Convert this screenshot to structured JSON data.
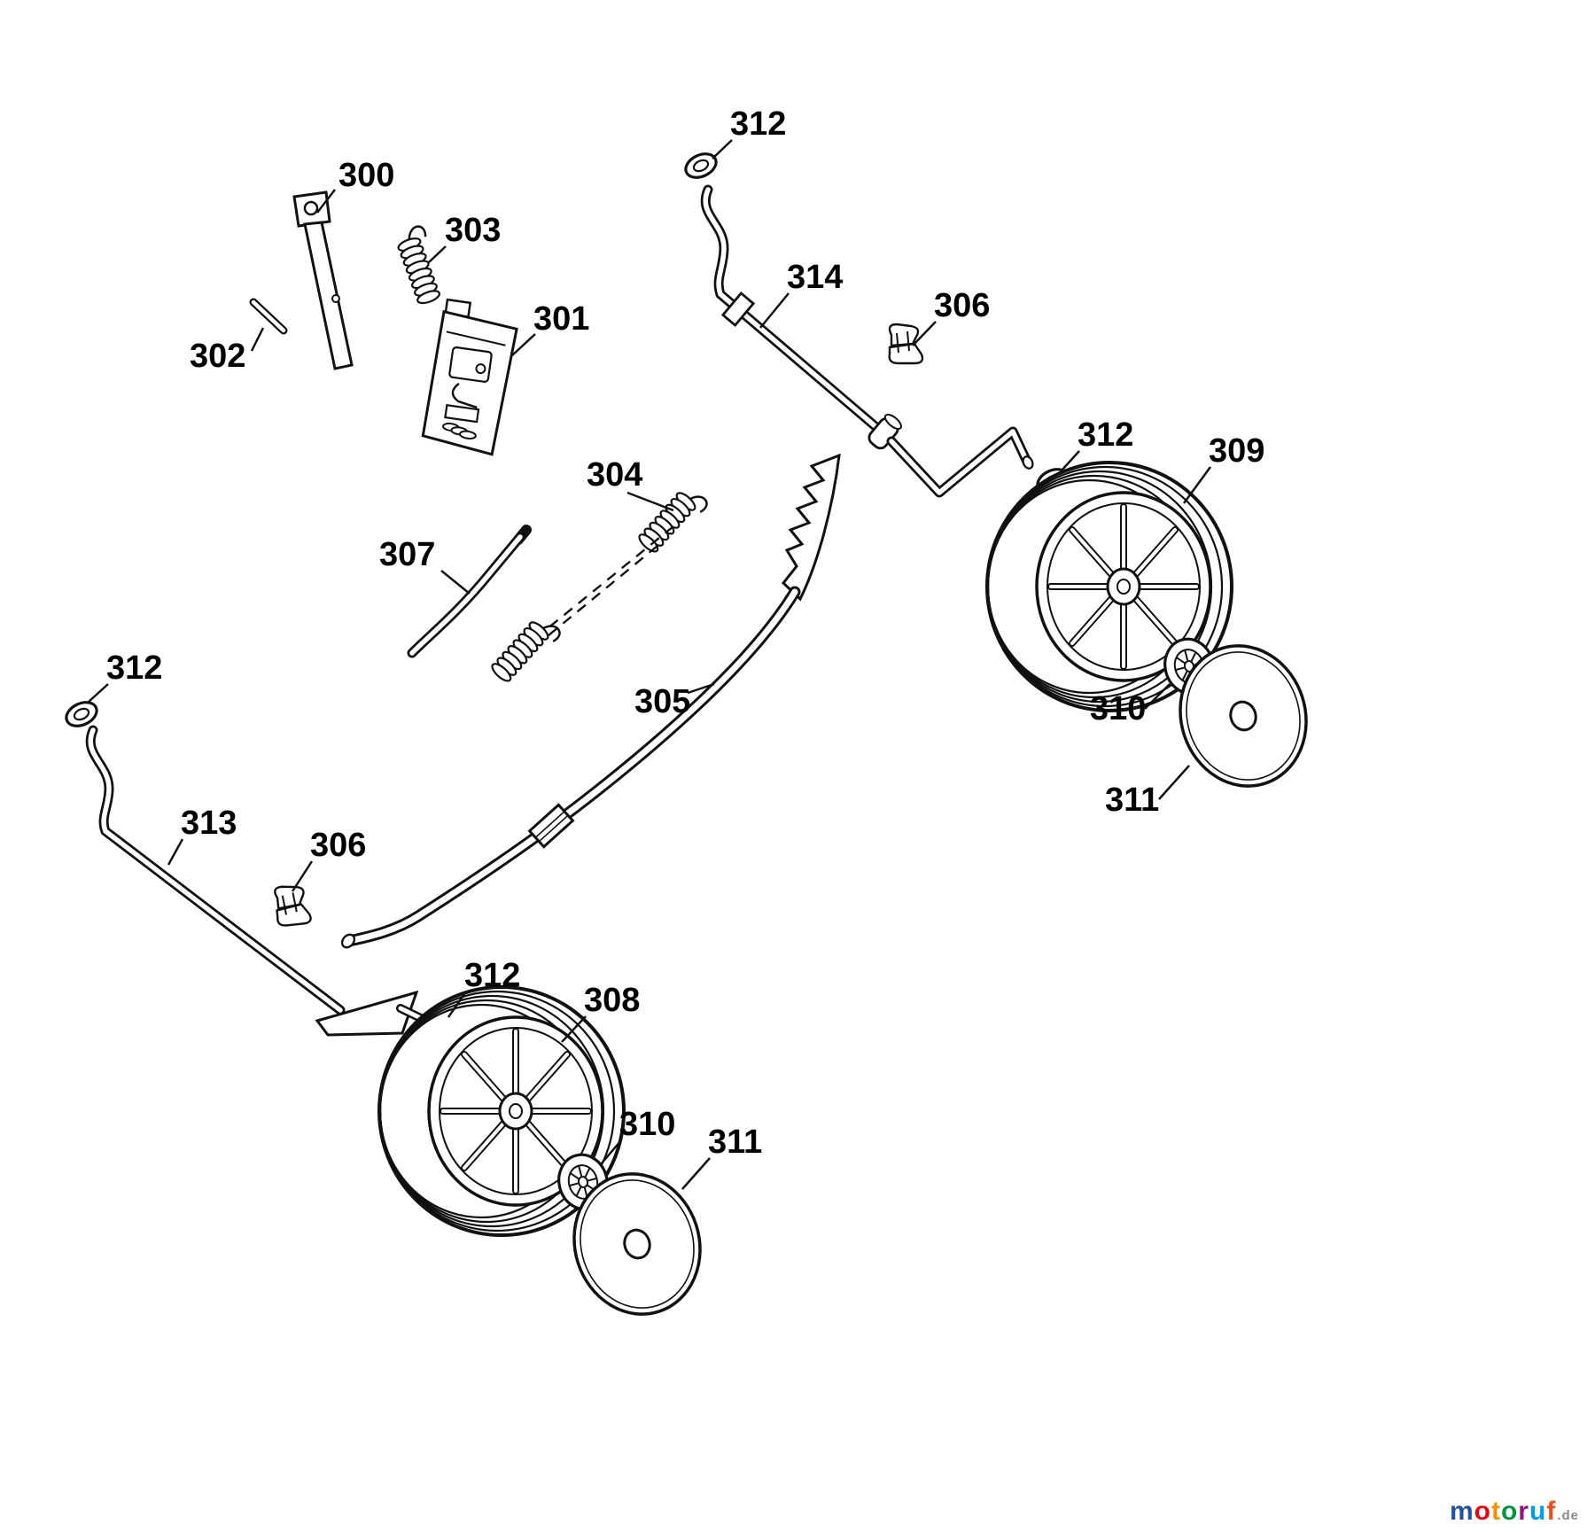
{
  "diagram_title": "Exploded parts diagram (wheels / height adjustment)",
  "labels": {
    "l300": "300",
    "l301": "301",
    "l302": "302",
    "l303": "303",
    "l304": "304",
    "l305": "305",
    "l306a": "306",
    "l306b": "306",
    "l307": "307",
    "l308": "308",
    "l309": "309",
    "l310a": "310",
    "l310b": "310",
    "l311a": "311",
    "l311b": "311",
    "l312a": "312",
    "l312b": "312",
    "l312c": "312",
    "l312d": "312",
    "l313": "313",
    "l314": "314"
  },
  "colors": {
    "line": "#111111",
    "background": "#ffffff"
  },
  "watermark": {
    "letters": [
      {
        "ch": "m",
        "color": "#2453a4"
      },
      {
        "ch": "o",
        "color": "#e30613"
      },
      {
        "ch": "t",
        "color": "#f39200"
      },
      {
        "ch": "o",
        "color": "#009640"
      },
      {
        "ch": "r",
        "color": "#93117e"
      },
      {
        "ch": "u",
        "color": "#009fe3"
      },
      {
        "ch": "f",
        "color": "#e94e1b"
      }
    ],
    "suffix": ".de",
    "suffix_color": "#8a8a8a"
  }
}
